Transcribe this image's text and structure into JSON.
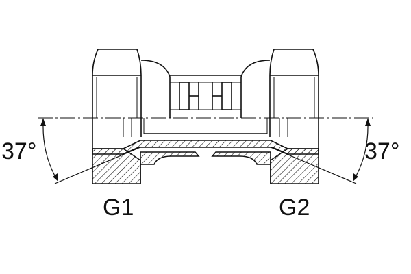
{
  "labels": {
    "angle_left": "37°",
    "angle_right": "37°",
    "port_left": "G1",
    "port_right": "G2"
  },
  "colors": {
    "line": "#111111",
    "background": "#ffffff"
  }
}
